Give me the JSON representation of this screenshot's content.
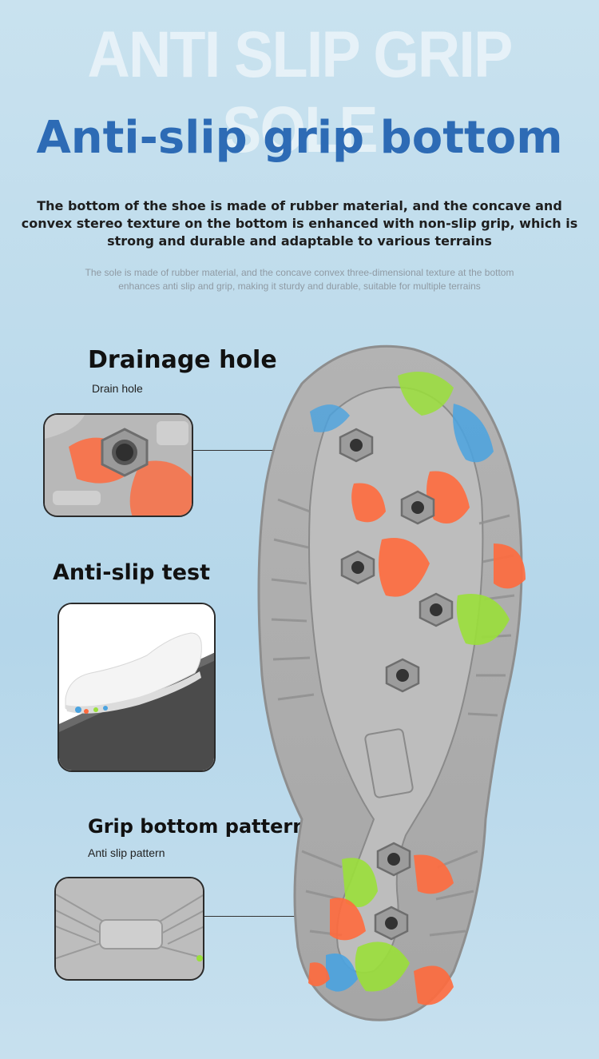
{
  "header": {
    "watermark": "ANTI SLIP GRIP SOLE",
    "headline": "Anti-slip grip bottom",
    "description_bold": "The bottom of the shoe is made of rubber material, and the concave and convex stereo texture on the bottom is enhanced with non-slip grip, which is strong and durable and adaptable to various terrains",
    "description_light": "The sole is made of rubber material, and the concave convex three-dimensional texture at the bottom enhances anti slip and grip, making it sturdy and durable, suitable for multiple terrains"
  },
  "features": [
    {
      "title": "Drainage hole",
      "subtitle": "Drain hole",
      "icon": "drain-hole-closeup"
    },
    {
      "title": "Anti-slip test",
      "subtitle": "",
      "icon": "shoe-on-slope"
    },
    {
      "title": "Grip bottom pattern",
      "subtitle": "Anti slip pattern",
      "icon": "tread-pattern-closeup"
    }
  ],
  "colors": {
    "headline": "#2d6bb5",
    "sole_gray": "#a9a9a9",
    "accent_orange": "#ff6a3d",
    "accent_green": "#9adf3a",
    "accent_blue": "#4aa3e0"
  }
}
